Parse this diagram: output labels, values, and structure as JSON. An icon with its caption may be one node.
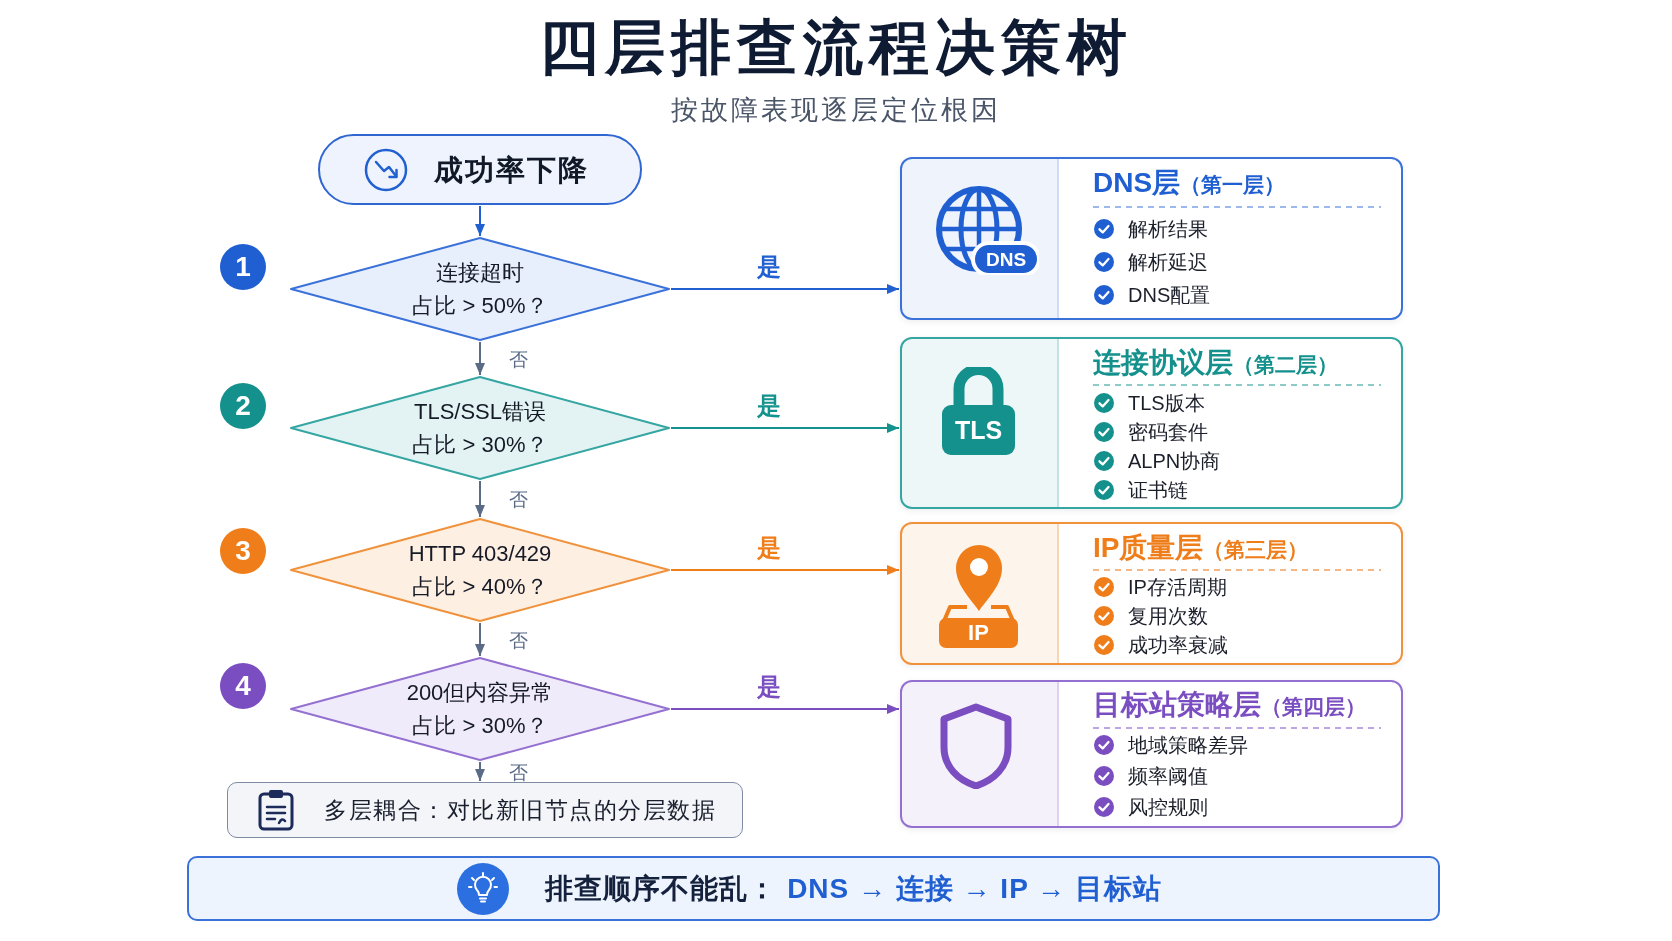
{
  "diagram": {
    "title": "四层排查流程决策树",
    "nodes": [
      {
        "text": [
          "成功率下降"
        ]
      },
      {
        "text": [
          "1"
        ]
      },
      {
        "text": [
          "连接超时",
          "占比 > 50%？"
        ]
      },
      {
        "text": [
          "2"
        ]
      },
      {
        "text": [
          "TLS/SSL错误",
          "占比 > 30%？"
        ]
      },
      {
        "text": [
          "3"
        ]
      },
      {
        "text": [
          "HTTP 403/429",
          "占比 > 40%？"
        ]
      },
      {
        "text": [
          "4"
        ]
      },
      {
        "text": [
          "200但内容异常",
          "占比 > 30%？"
        ]
      },
      {
        "text": [
          "多层耦合：对比新旧节点的分层数据"
        ]
      },
      {
        "text": [
          "DNS层",
          "（第一层）",
          "解析结果",
          "解析延迟",
          "DNS配置"
        ]
      },
      {
        "text": [
          "DNS"
        ],
        "in": 10
      },
      {
        "text": [
          "连接协议层",
          "（第二层）",
          "TLS版本",
          "密码套件",
          "ALPN协商",
          "证书链"
        ]
      },
      {
        "text": [
          "TLS"
        ],
        "in": 12
      },
      {
        "text": [
          "IP质量层",
          "（第三层）",
          "IP存活周期",
          "复用次数",
          "成功率衰减"
        ]
      },
      {
        "text": [
          "IP"
        ],
        "in": 14
      },
      {
        "text": [
          "目标站策略层",
          "（第四层）",
          "地域策略差异",
          "频率阈值",
          "风控规则"
        ]
      },
      {
        "text": [
          "排查顺序不能乱：",
          "DNS → 连接 → IP → 目标站"
        ]
      }
    ],
    "edges": [
      {
        "from": 0,
        "to": 2,
        "arrow": "to",
        "color": "#2060d0"
      },
      {
        "from": 2,
        "to": 4,
        "arrow": "to",
        "label": "否"
      },
      {
        "from": 4,
        "to": 6,
        "arrow": "to",
        "label": "否"
      },
      {
        "from": 6,
        "to": 8,
        "arrow": "to",
        "label": "否"
      },
      {
        "from": 8,
        "to": 9,
        "arrow": "to",
        "label": "否"
      },
      {
        "from": 2,
        "to": 10,
        "arrow": "to",
        "label": "是",
        "color": "#2060d0"
      },
      {
        "from": 4,
        "to": 12,
        "arrow": "to",
        "label": "是",
        "color": "#14928e"
      },
      {
        "from": 6,
        "to": 14,
        "arrow": "to",
        "label": "是",
        "color": "#ef7d1a"
      },
      {
        "from": 8,
        "to": 16,
        "arrow": "to",
        "label": "是",
        "color": "#7a4dc0"
      }
    ],
    "labels": [
      "按故障表现逐层定位根因"
    ]
  }
}
